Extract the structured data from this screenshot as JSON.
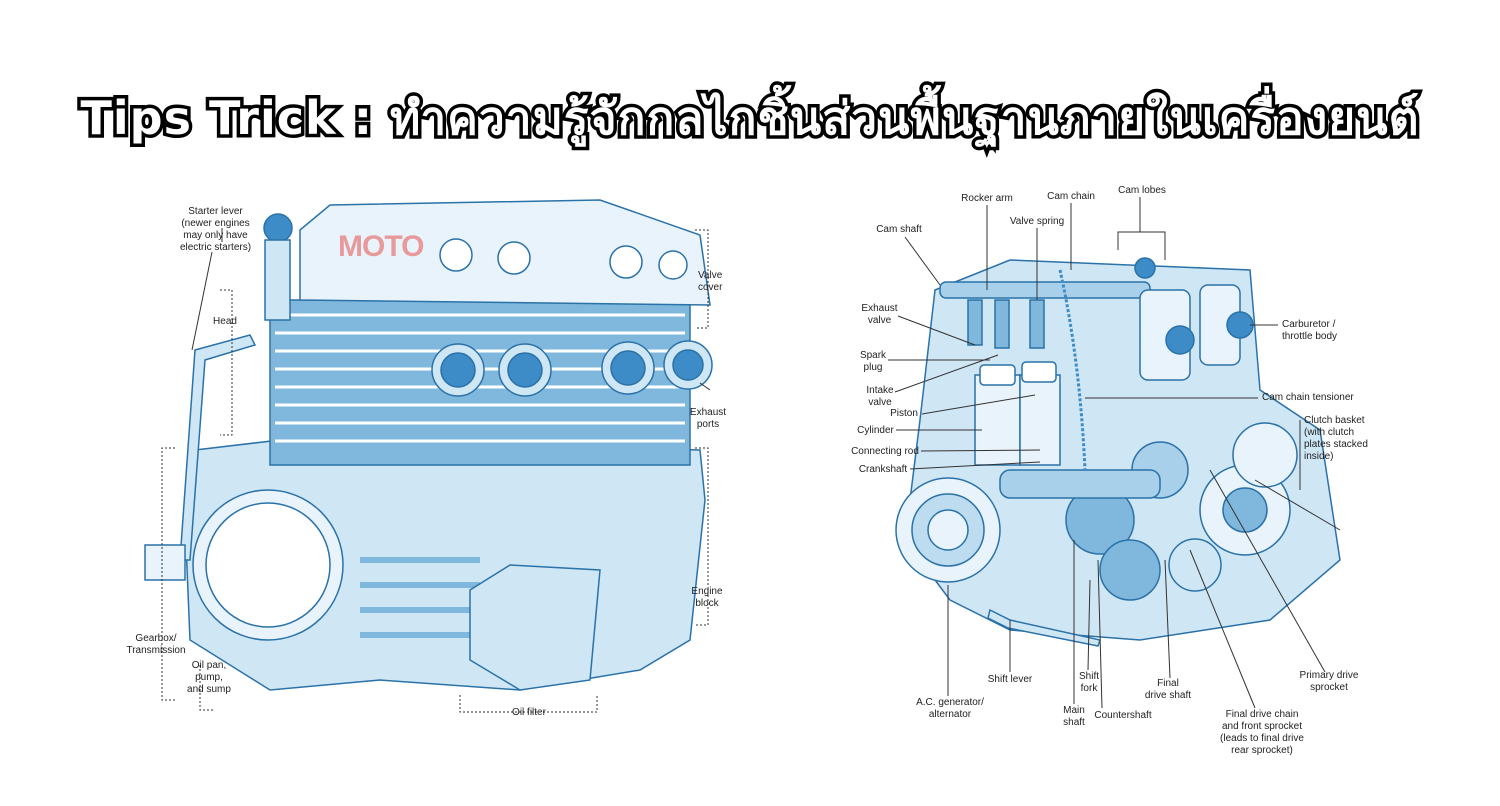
{
  "title": "Tips Trick : ทำความรู้จักกลไกชิ้นส่วนพื้นฐานภายในเครื่องยนต์",
  "watermark": "MOTO",
  "colors": {
    "fill_light": "#cfe6f5",
    "fill_mid": "#7fb7dd",
    "fill_dark": "#3d8cc7",
    "stroke": "#2a72a8",
    "leader": "#333333"
  },
  "left_diagram": {
    "labels": {
      "starter_lever": "Starter lever\n(newer engines\nmay only have\nelectric starters)",
      "head": "Head",
      "valve_cover": "Valve\ncover",
      "exhaust_ports": "Exhaust\nports",
      "engine_block": "Engine\nblock",
      "gearbox": "Gearbox/\nTransmission",
      "oil_pan": "Oil pan,\npump,\nand sump",
      "oil_filter": "Oil filter"
    }
  },
  "right_diagram": {
    "labels": {
      "rocker_arm": "Rocker arm",
      "cam_chain": "Cam chain",
      "cam_lobes": "Cam lobes",
      "cam_shaft": "Cam shaft",
      "valve_spring": "Valve spring",
      "exhaust_valve": "Exhaust\nvalve",
      "spark_plug": "Spark\nplug",
      "intake_valve": "Intake\nvalve",
      "piston": "Piston",
      "cylinder": "Cylinder",
      "connecting_rod": "Connecting rod",
      "crankshaft": "Crankshaft",
      "carburetor": "Carburetor /\nthrottle body",
      "cam_chain_tensioner": "Cam chain tensioner",
      "clutch_basket": "Clutch basket\n(with clutch\nplates stacked\ninside)",
      "primary_drive": "Primary drive\nsprocket",
      "final_drive_chain": "Final drive chain\nand front sprocket\n(leads to final drive\nrear sprocket)",
      "final_drive_shaft": "Final\ndrive shaft",
      "countershaft": "Countershaft",
      "main_shaft": "Main\nshaft",
      "shift_fork": "Shift\nfork",
      "shift_lever": "Shift lever",
      "ac_generator": "A.C. generator/\nalternator"
    }
  }
}
